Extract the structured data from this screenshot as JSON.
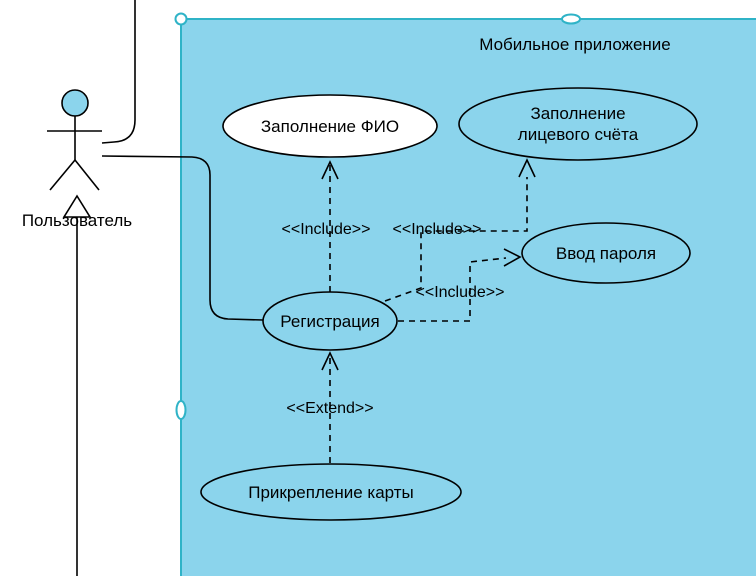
{
  "diagram": {
    "type": "uml-use-case",
    "title": "Мобильное приложение",
    "actor": {
      "label": "Пользователь"
    },
    "use_cases": {
      "fill_fio": {
        "label": "Заполнение ФИО"
      },
      "fill_account": {
        "line1": "Заполнение",
        "line2": "лицевого счёта"
      },
      "enter_password": {
        "label": "Ввод пароля"
      },
      "registration": {
        "label": "Регистрация"
      },
      "attach_card": {
        "label": "Прикрепление карты"
      }
    },
    "relations": {
      "include_fio": {
        "label": "<<Include>>"
      },
      "include_account": {
        "label": "<<Include>>"
      },
      "include_password": {
        "label": "<<Include>>"
      },
      "extend_card": {
        "label": "<<Extend>>"
      }
    },
    "colors": {
      "boundary_fill": "#8BD4EC",
      "boundary_stroke": "#2FB3C7",
      "shape_fill": "#8BD4EC",
      "highlight_fill": "#FFFFFF",
      "line_color": "#000000",
      "handle_stroke": "#2FB3C7",
      "handle_fill": "#FFFFFF"
    }
  }
}
